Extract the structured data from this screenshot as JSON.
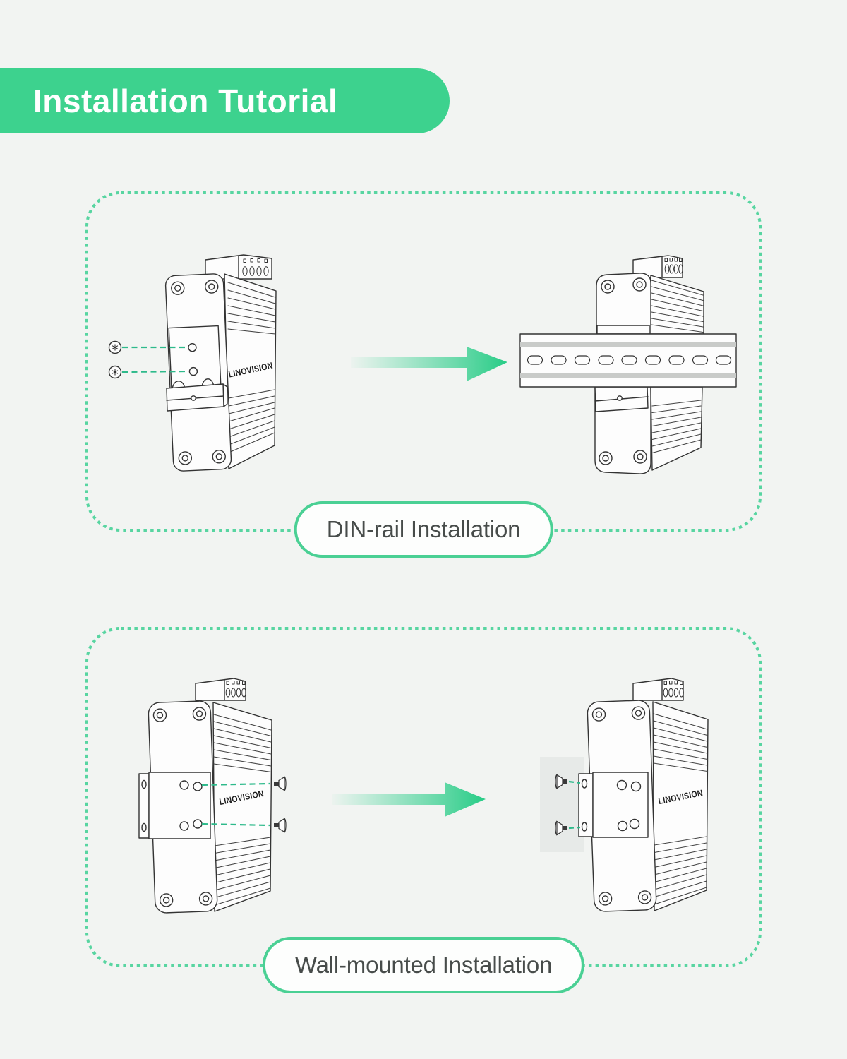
{
  "header": {
    "title": "Installation Tutorial"
  },
  "brand": "LINOVISION",
  "panels": [
    {
      "id": "din-rail",
      "label": "DIN-rail Installation"
    },
    {
      "id": "wall-mounted",
      "label": "Wall-mounted Installation"
    }
  ],
  "icons": {
    "arrow": "gradient-arrow-right",
    "screw_round": "torx-screw",
    "screw_side": "flat-head-screw",
    "rail": "din-rail",
    "device": "industrial-poe-device"
  },
  "colors": {
    "background": "#f2f4f2",
    "accent_green": "#3dd28e",
    "dotted_border_green": "#58d5a1",
    "dashed_guide_green": "#2eba8b",
    "caption_border_green": "#4ad094",
    "caption_text": "#474c4a",
    "line_art": "#333333",
    "rail_stripe_gray": "#c9cbc9",
    "wall_patch": "#e7eae8",
    "header_text": "#ffffff"
  }
}
